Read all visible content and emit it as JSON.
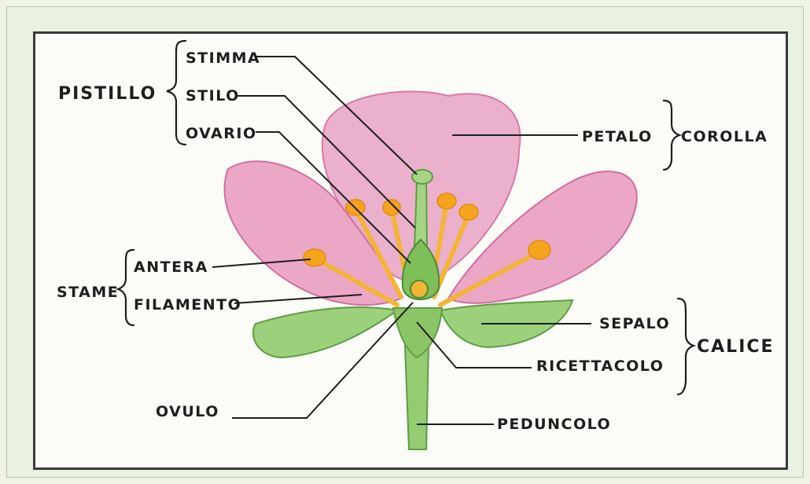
{
  "labels": {
    "pistillo": "PISTILLO",
    "stimma": "STIMMA",
    "stilo": "STILO",
    "ovario": "OVARIO",
    "petalo": "PETALO",
    "corolla": "COROLLA",
    "stame": "STAME",
    "antera": "ANTERA",
    "filamento": "FILAMENTO",
    "sepalo": "SEPALO",
    "calice": "CALICE",
    "ricettacolo": "RICETTACOLO",
    "ovulo": "OVULO",
    "peduncolo": "PEDUNCOLO"
  },
  "colors": {
    "petal": "#e9a6c4",
    "petal_dark": "#d77aa6",
    "stamen": "#f4b73a",
    "anther": "#f2a51f",
    "green": "#8fc66a",
    "green_dark": "#5f9c46",
    "background": "#e9f1e0",
    "paper": "#fbfbf8"
  }
}
